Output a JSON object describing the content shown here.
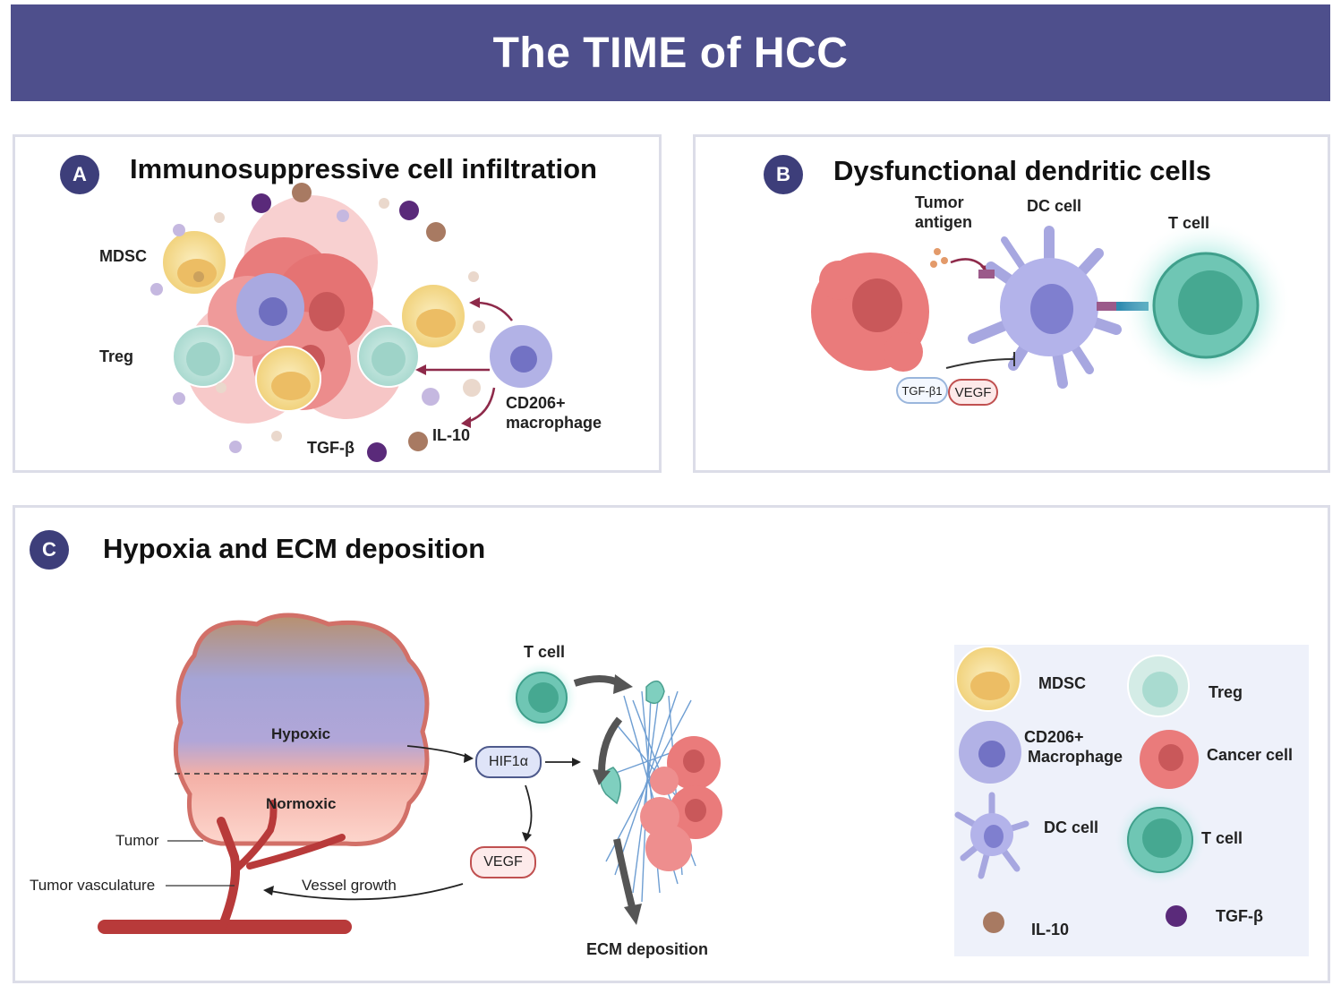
{
  "header": {
    "title": "The TIME of HCC"
  },
  "panel_a": {
    "badge": "A",
    "title": "Immunosuppressive cell infiltration",
    "labels": {
      "mdsc": "MDSC",
      "treg": "Treg",
      "macrophage_line1": "CD206+",
      "macrophage_line2": "macrophage",
      "il10": "IL-10",
      "tgfb": "TGF-β"
    }
  },
  "panel_b": {
    "badge": "B",
    "title": "Dysfunctional dendritic cells",
    "labels": {
      "tumor_antigen_line1": "Tumor",
      "tumor_antigen_line2": "antigen",
      "dc_cell": "DC cell",
      "t_cell": "T cell",
      "tgfb1": "TGF-β1",
      "vegf": "VEGF"
    }
  },
  "panel_c": {
    "badge": "C",
    "title": "Hypoxia and ECM deposition",
    "labels": {
      "hypoxic": "Hypoxic",
      "normoxic": "Normoxic",
      "tumor": "Tumor",
      "tumor_vasculature": "Tumor vasculature",
      "vessel_growth": "Vessel growth",
      "hif1a": "HIF1α",
      "vegf": "VEGF",
      "t_cell": "T cell",
      "ecm_deposition": "ECM deposition"
    }
  },
  "legend": {
    "items": {
      "mdsc": "MDSC",
      "treg": "Treg",
      "macrophage_line1": "CD206+",
      "macrophage_line2": "Macrophage",
      "cancer_cell": "Cancer cell",
      "dc_cell": "DC cell",
      "t_cell": "T cell",
      "il10": "IL-10",
      "tgfb": "TGF-β"
    }
  },
  "colors": {
    "banner": "#4e4f8c",
    "badge": "#3d3e7a",
    "cancer": "#e8797a",
    "mdsc": "#f2d98a",
    "treg": "#bfe3dc",
    "macrophage": "#a9a9e0",
    "tcell": "#5fbfa8",
    "il10": "#a87a62",
    "tgfb": "#5a2a7a",
    "vessel": "#b83a3a"
  }
}
